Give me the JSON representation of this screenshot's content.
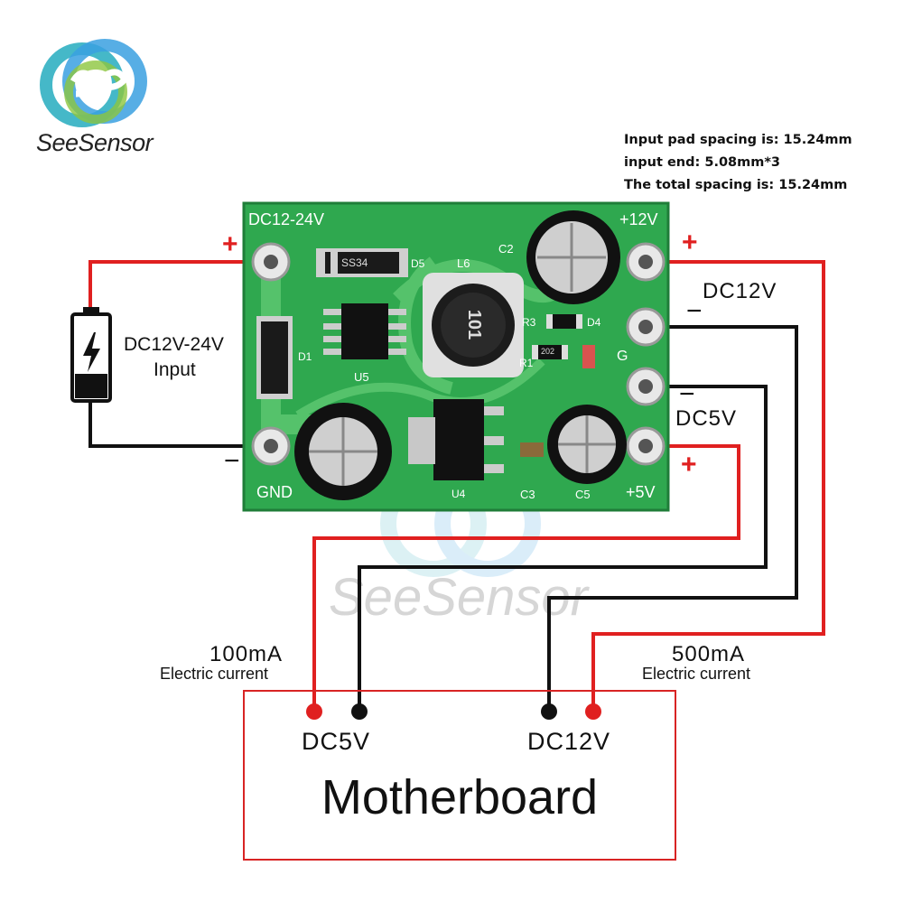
{
  "brand": {
    "name": "SeeSensor"
  },
  "watermark": "SeeSensor",
  "notes": [
    "Input pad spacing is: 15.24mm",
    "input end: 5.08mm*3",
    "The total spacing is: 15.24mm"
  ],
  "board": {
    "silkscreen": {
      "top_left": "DC12-24V",
      "top_right": "+12V",
      "bottom_left": "GND",
      "bottom_right": "+5V",
      "g": "G",
      "d5": "D5",
      "l6": "L6",
      "inductor_marking": "101",
      "c2": "C2",
      "r3": "R3",
      "d4": "D4",
      "r1": "R1",
      "r_smd": "202",
      "u5": "U5",
      "u4": "U4",
      "c3": "C3",
      "c5": "C5",
      "d1": "D1",
      "diode_marking": "SS34"
    }
  },
  "labels": {
    "input_label_1": "DC12V-24V",
    "input_label_2": "Input",
    "out12": "DC12V",
    "out5": "DC5V",
    "left_current_value": "100mA",
    "left_current_text": "Electric current",
    "right_current_value": "500mA",
    "right_current_text": "Electric current",
    "mb_left": "DC5V",
    "mb_right": "DC12V",
    "motherboard": "Motherboard"
  },
  "signs": {
    "plus": "+",
    "minus": "−"
  },
  "colors": {
    "pcb": "#2fa84f",
    "pcb_dark": "#23903f",
    "wire_red": "#e02020",
    "wire_black": "#111111",
    "frame": "#d82424"
  }
}
